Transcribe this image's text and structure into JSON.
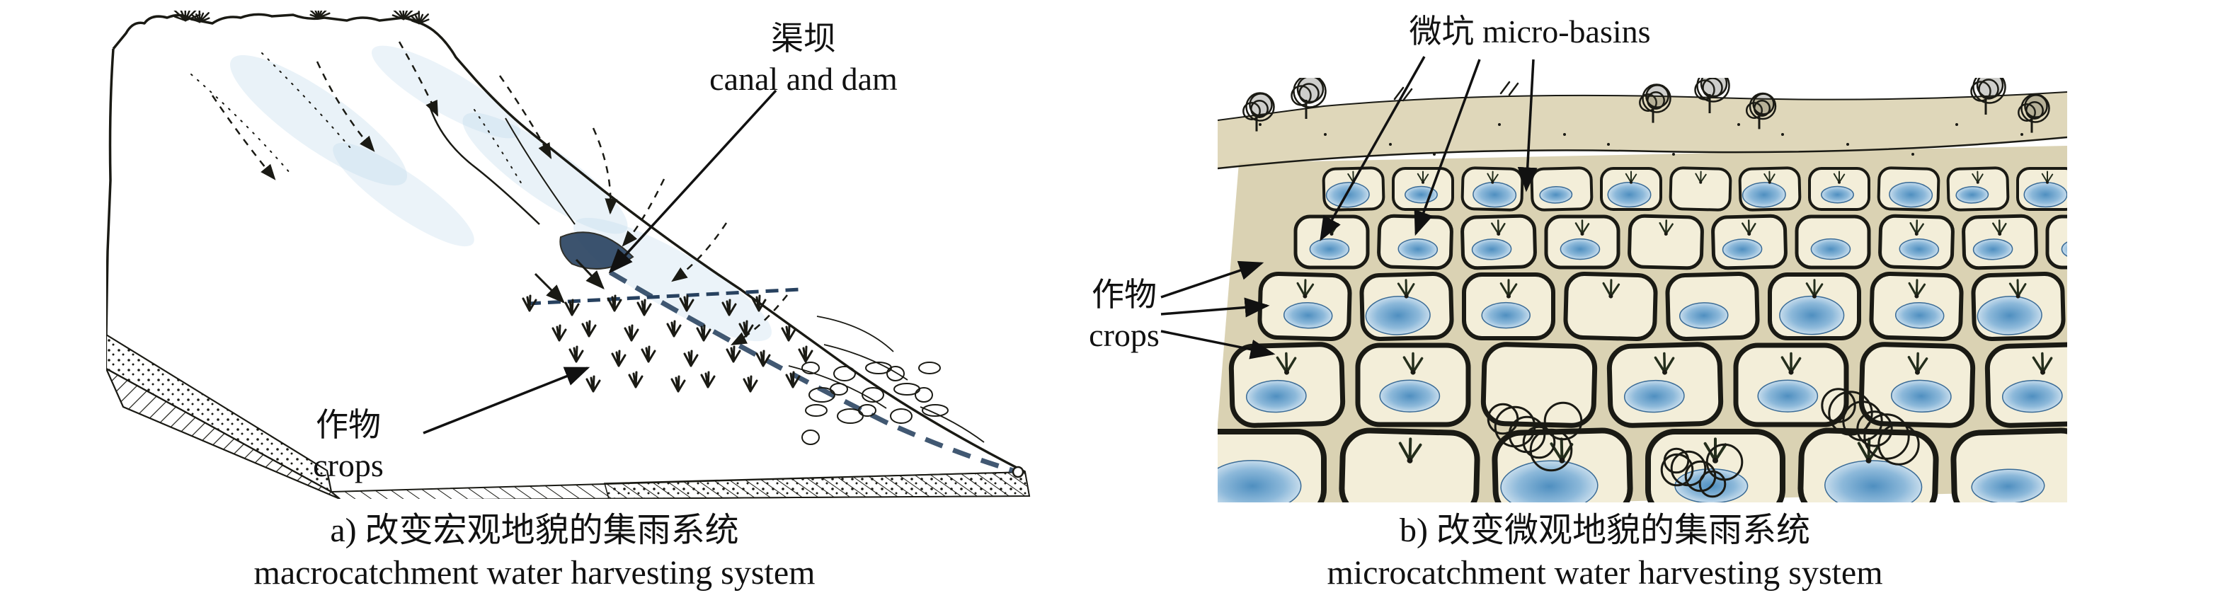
{
  "figure": {
    "panel_a": {
      "label_canal_dam": {
        "zh": "渠坝",
        "en": "canal and dam"
      },
      "label_crops": {
        "zh": "作物",
        "en": "crops"
      },
      "caption_zh": "a) 改变宏观地貌的集雨系统",
      "caption_en": "macrocatchment water harvesting system"
    },
    "panel_b": {
      "label_micro_basins": "微坑 micro-basins",
      "label_crops": {
        "zh": "作物",
        "en": "crops"
      },
      "caption_zh": "b) 改变微观地貌的集雨系统",
      "caption_en": "microcatchment water harvesting system"
    },
    "colors": {
      "ink": "#1a1a14",
      "water_light": "#bcd8ea",
      "water_mid": "#6aa5cd",
      "water_dark": "#27415f",
      "sand": "#d9d0ae",
      "paper": "#f3eed9"
    }
  }
}
